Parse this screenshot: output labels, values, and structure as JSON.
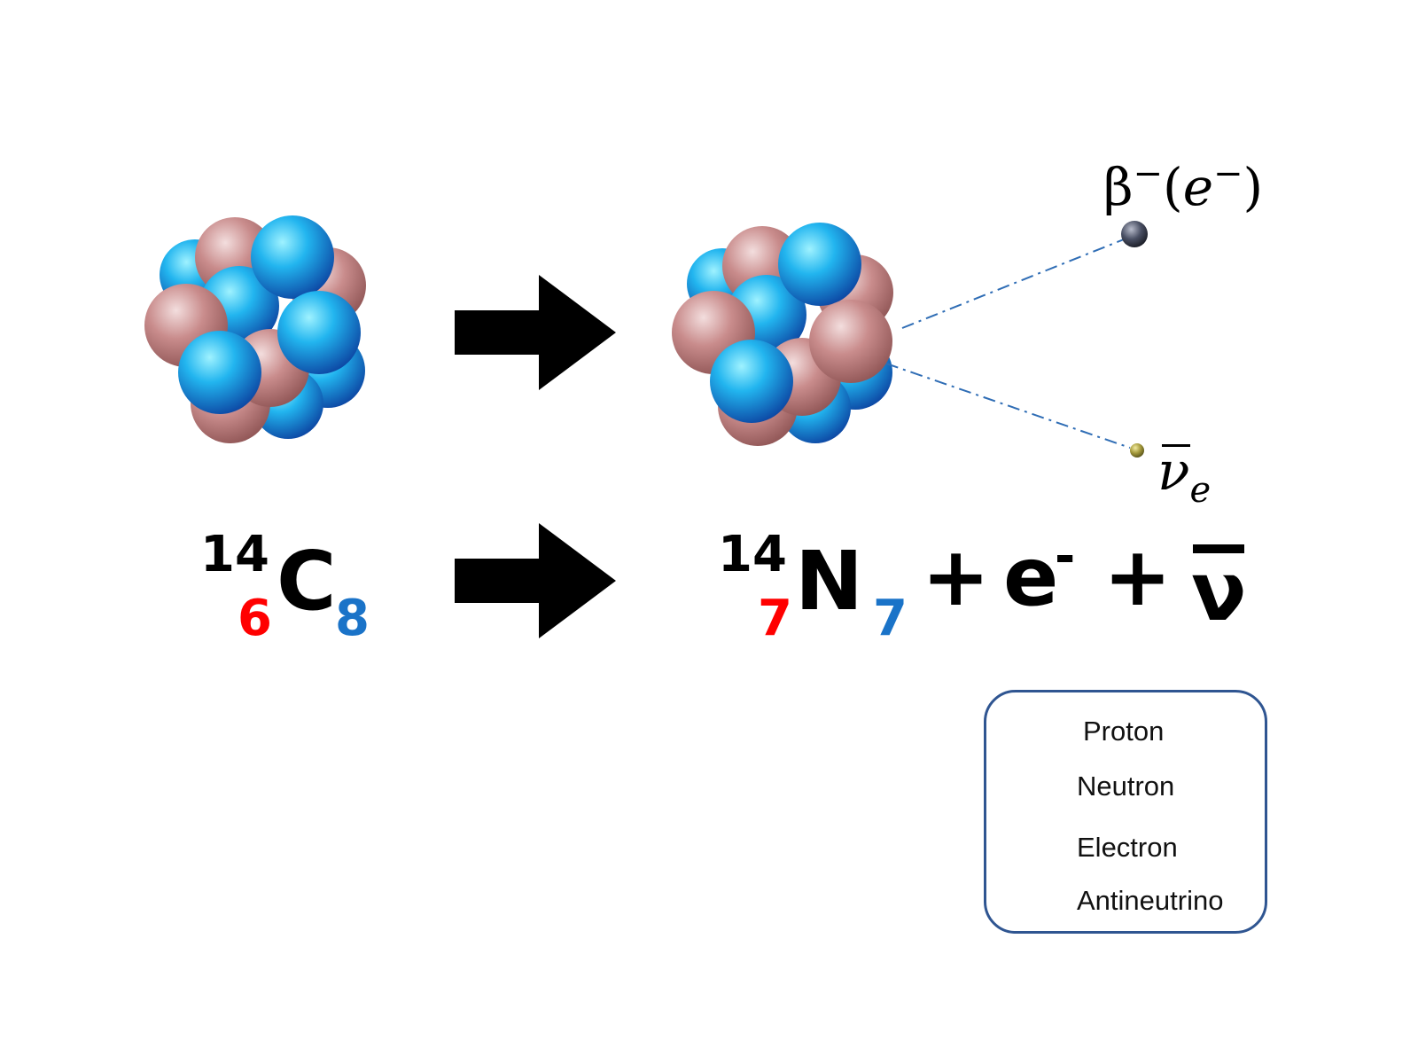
{
  "labels": {
    "beta": "β",
    "beta_sign": "−",
    "paren_open": "(",
    "electron_e": "e",
    "electron_sign": "−",
    "paren_close": ")",
    "nu": "ν",
    "nu_sub": "e"
  },
  "equation": {
    "reactant": {
      "mass_number": "14",
      "symbol": "C",
      "protons": "6",
      "neutrons": "8"
    },
    "product": {
      "mass_number": "14",
      "symbol": "N",
      "protons": "7",
      "neutrons": "7"
    },
    "plus": "+",
    "electron": "e",
    "electron_charge": "-",
    "antineutrino": "ν"
  },
  "legend": {
    "items": [
      {
        "label": "Proton"
      },
      {
        "label": "Neutron"
      },
      {
        "label": "Electron"
      },
      {
        "label": "Antineutrino"
      }
    ]
  },
  "colors": {
    "proton": "#c98c8c",
    "neutron": "#1f8fe0",
    "electron": "#3a3f4f",
    "antineutrino": "#8a8232",
    "proton_count": "#ff0000",
    "neutron_count": "#1a73c8",
    "legend_border": "#2f5591",
    "trail": "#2f6db5"
  }
}
